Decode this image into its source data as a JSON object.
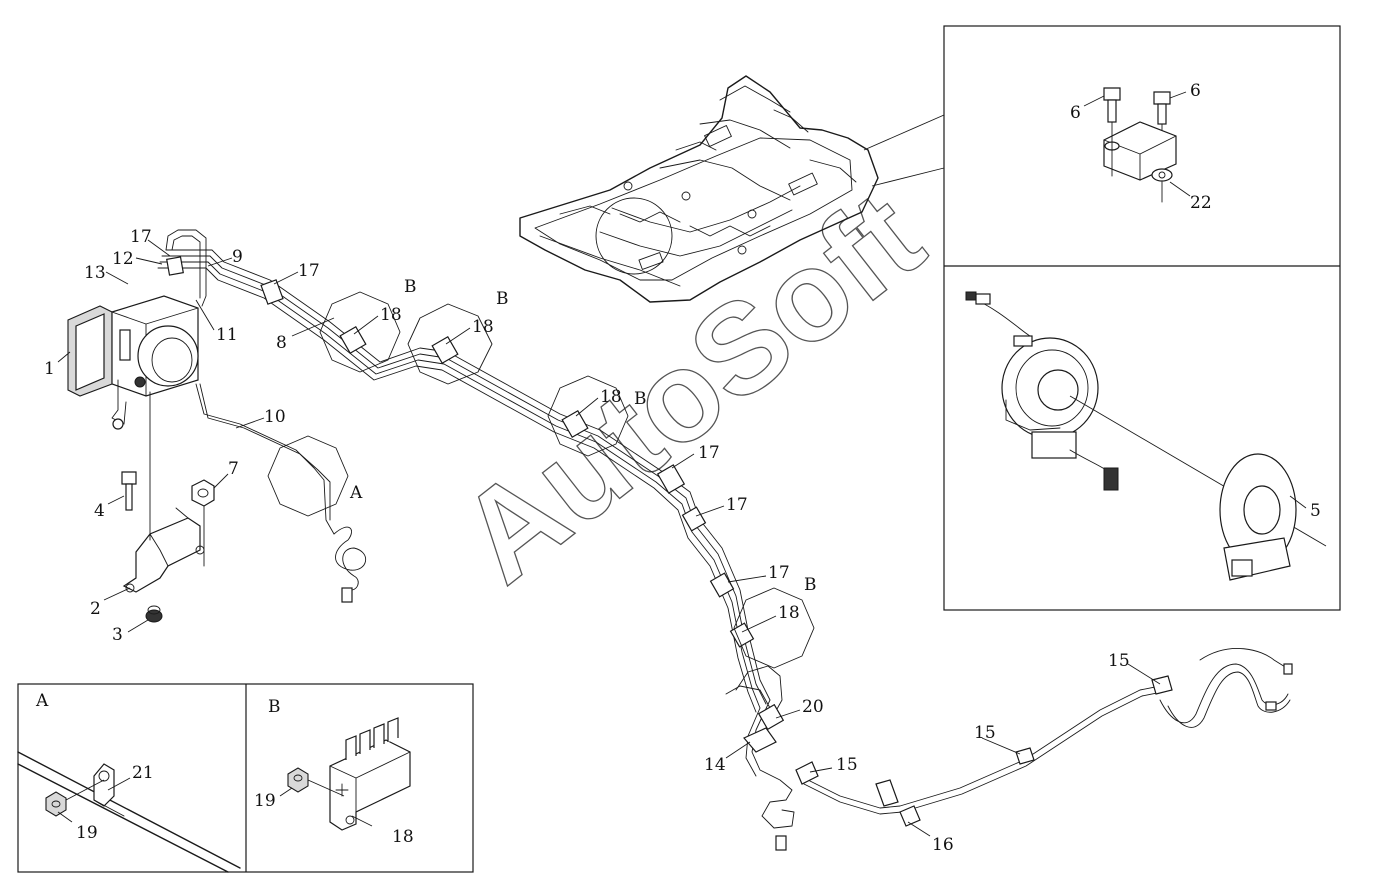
{
  "watermark": {
    "text": "AutoSoft"
  },
  "panels": {
    "detail_a": {
      "label": "A"
    },
    "detail_b": {
      "label": "B"
    }
  },
  "callouts": [
    {
      "id": "c1",
      "text": "1"
    },
    {
      "id": "c2",
      "text": "2"
    },
    {
      "id": "c3",
      "text": "3"
    },
    {
      "id": "c4",
      "text": "4"
    },
    {
      "id": "c5",
      "text": "5"
    },
    {
      "id": "c6a",
      "text": "6"
    },
    {
      "id": "c6b",
      "text": "6"
    },
    {
      "id": "c7",
      "text": "7"
    },
    {
      "id": "c8",
      "text": "8"
    },
    {
      "id": "c9",
      "text": "9"
    },
    {
      "id": "c10",
      "text": "10"
    },
    {
      "id": "c11",
      "text": "11"
    },
    {
      "id": "c12",
      "text": "12"
    },
    {
      "id": "c13",
      "text": "13"
    },
    {
      "id": "c14",
      "text": "14"
    },
    {
      "id": "c15a",
      "text": "15"
    },
    {
      "id": "c15b",
      "text": "15"
    },
    {
      "id": "c15c",
      "text": "15"
    },
    {
      "id": "c16",
      "text": "16"
    },
    {
      "id": "c17a",
      "text": "17"
    },
    {
      "id": "c17b",
      "text": "17"
    },
    {
      "id": "c17c",
      "text": "17"
    },
    {
      "id": "c17d",
      "text": "17"
    },
    {
      "id": "c17e",
      "text": "17"
    },
    {
      "id": "c18a",
      "text": "18"
    },
    {
      "id": "c18b",
      "text": "18"
    },
    {
      "id": "c18c",
      "text": "18"
    },
    {
      "id": "c18d",
      "text": "18"
    },
    {
      "id": "c18e",
      "text": "18"
    },
    {
      "id": "c19a",
      "text": "19"
    },
    {
      "id": "c19b",
      "text": "19"
    },
    {
      "id": "c20",
      "text": "20"
    },
    {
      "id": "c21",
      "text": "21"
    },
    {
      "id": "c22",
      "text": "22"
    },
    {
      "id": "cA",
      "text": "A"
    },
    {
      "id": "cB1",
      "text": "B"
    },
    {
      "id": "cB2",
      "text": "B"
    },
    {
      "id": "cB3",
      "text": "B"
    },
    {
      "id": "cB4",
      "text": "B"
    }
  ]
}
